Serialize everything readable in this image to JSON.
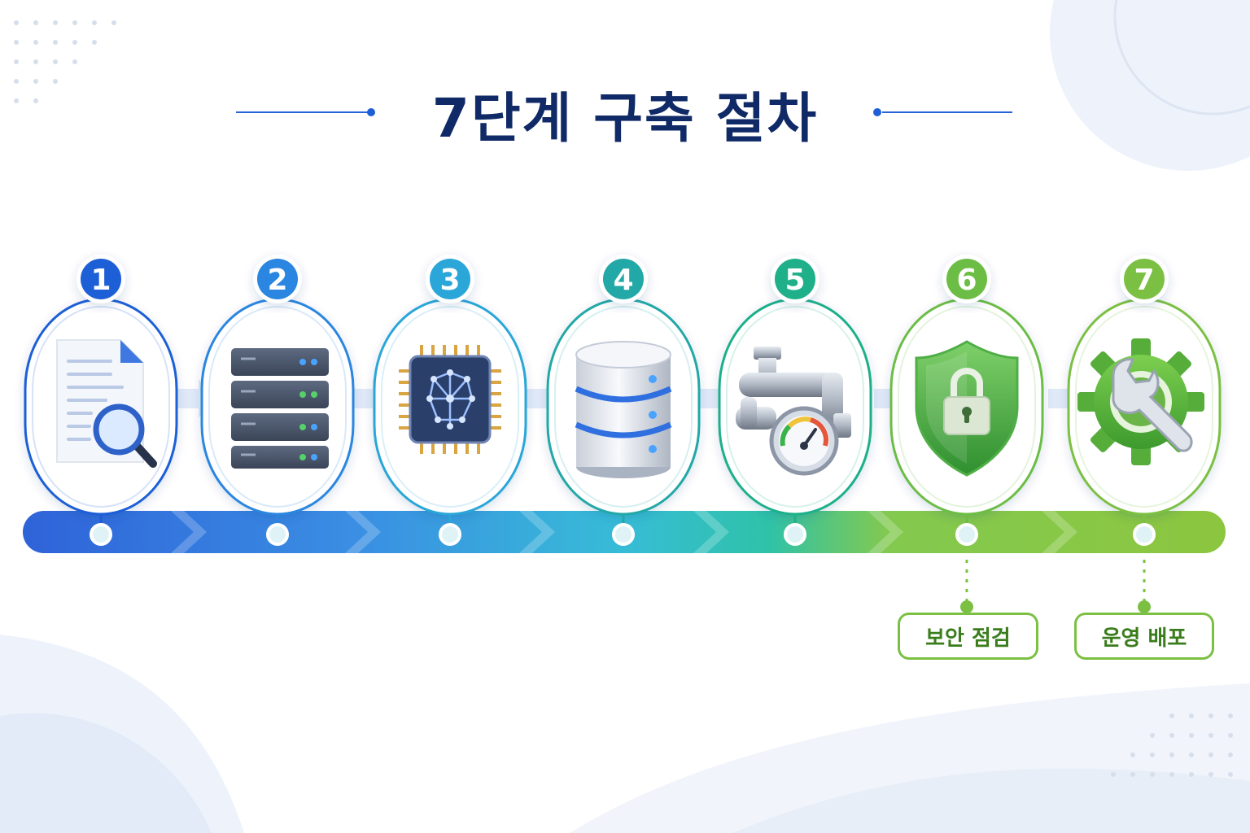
{
  "title": "7단계 구축 절차",
  "colors": {
    "title": "#0f2a66",
    "step1": "#1d5fd6",
    "step2": "#2a86e0",
    "step3": "#2aa6d8",
    "step4": "#22a8a6",
    "step5": "#1fb08a",
    "step6": "#6cbd45",
    "step7": "#7cc043"
  },
  "steps": [
    {
      "number": "1",
      "icon": "document-search-icon"
    },
    {
      "number": "2",
      "icon": "server-rack-icon"
    },
    {
      "number": "3",
      "icon": "ai-chip-icon"
    },
    {
      "number": "4",
      "icon": "database-icon"
    },
    {
      "number": "5",
      "icon": "pipeline-gauge-icon"
    },
    {
      "number": "6",
      "icon": "security-shield-lock-icon"
    },
    {
      "number": "7",
      "icon": "gear-wrench-icon"
    }
  ],
  "labels": {
    "step6": "보안 점검",
    "step7": "운영 배포"
  }
}
